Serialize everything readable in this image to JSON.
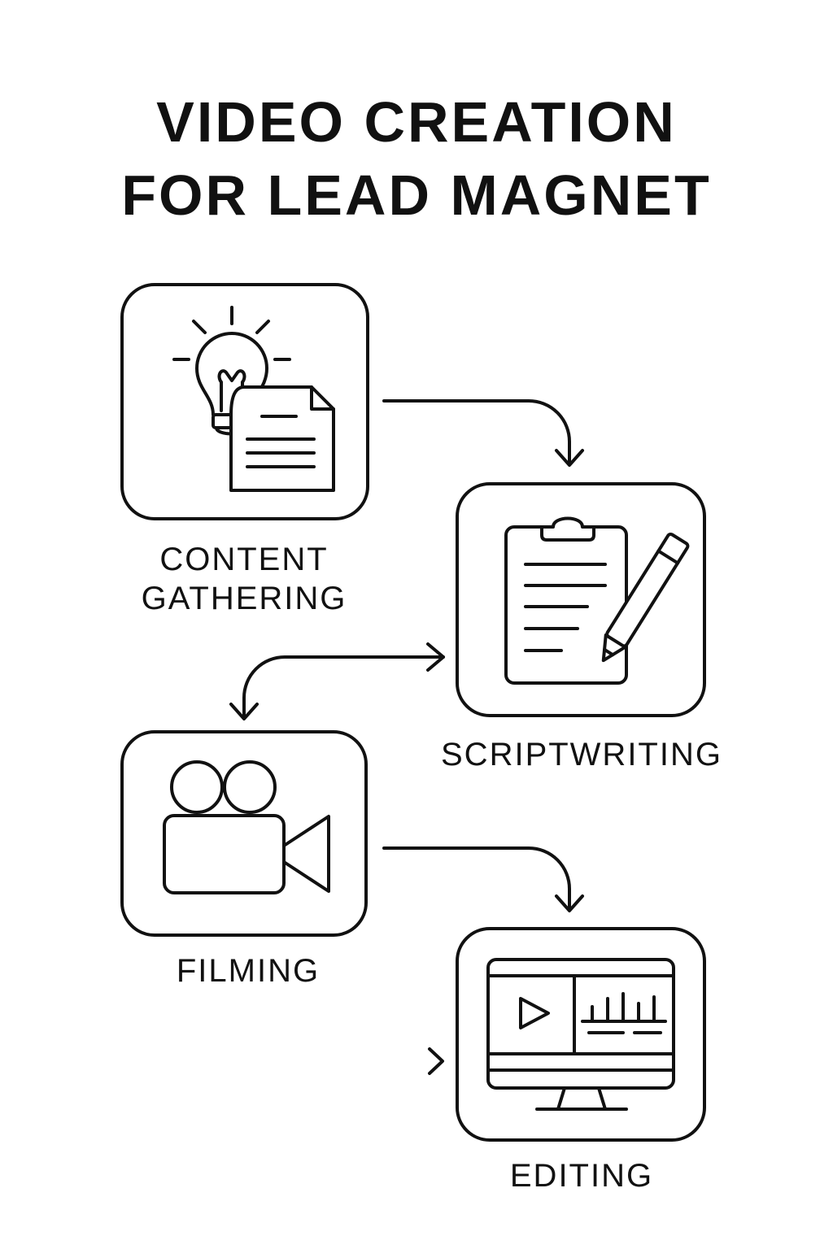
{
  "title": {
    "line1": "VIDEO CREATION",
    "line2": "FOR LEAD MAGNET"
  },
  "steps": [
    {
      "id": "content-gathering",
      "label_line1": "CONTENT",
      "label_line2": "GATHERING",
      "icon": "lightbulb-document-icon"
    },
    {
      "id": "scriptwriting",
      "label": "SCRIPTWRITING",
      "icon": "clipboard-pencil-icon"
    },
    {
      "id": "filming",
      "label": "FILMING",
      "icon": "video-camera-icon"
    },
    {
      "id": "editing",
      "label": "EDITING",
      "icon": "video-editor-monitor-icon"
    }
  ],
  "colors": {
    "stroke": "#111111",
    "background": "#ffffff"
  }
}
